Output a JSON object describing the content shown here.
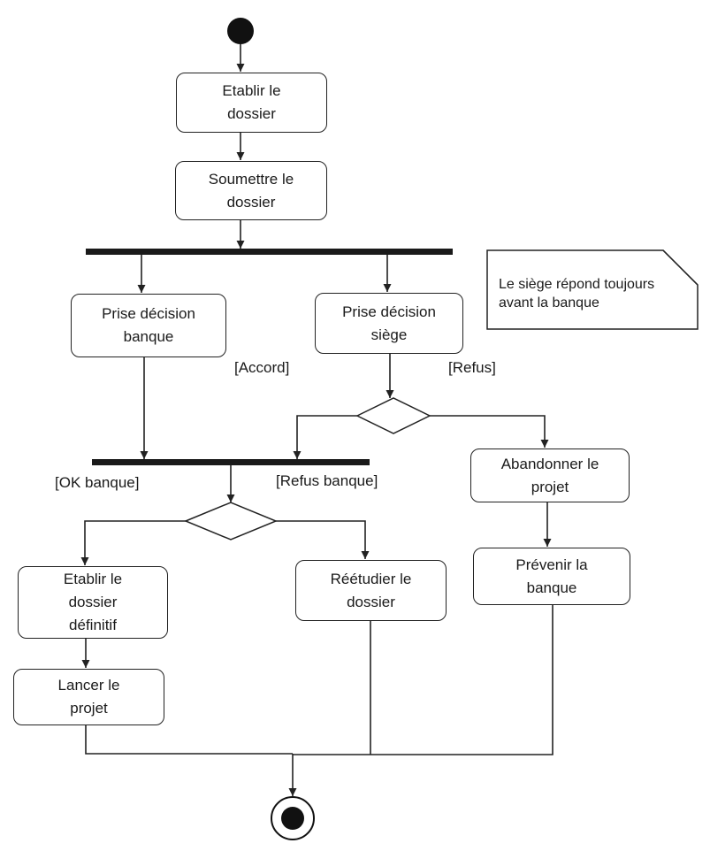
{
  "activities": {
    "etablir_dossier": "Etablir le\ndossier",
    "soumettre_dossier": "Soumettre le\ndossier",
    "prise_decision_banque": "Prise décision\nbanque",
    "prise_decision_siege": "Prise décision\nsiège",
    "abandonner_projet": "Abandonner le\nprojet",
    "prevenir_banque": "Prévenir la\nbanque",
    "etablir_dossier_definitif": "Etablir le\ndossier\ndéfinitif",
    "reetudier_dossier": "Réétudier le\ndossier",
    "lancer_projet": "Lancer le\nprojet"
  },
  "guards": {
    "accord": "[Accord]",
    "refus": "[Refus]",
    "ok_banque": "[OK banque]",
    "refus_banque": "[Refus banque]"
  },
  "note": "Le siège répond toujours avant la banque"
}
